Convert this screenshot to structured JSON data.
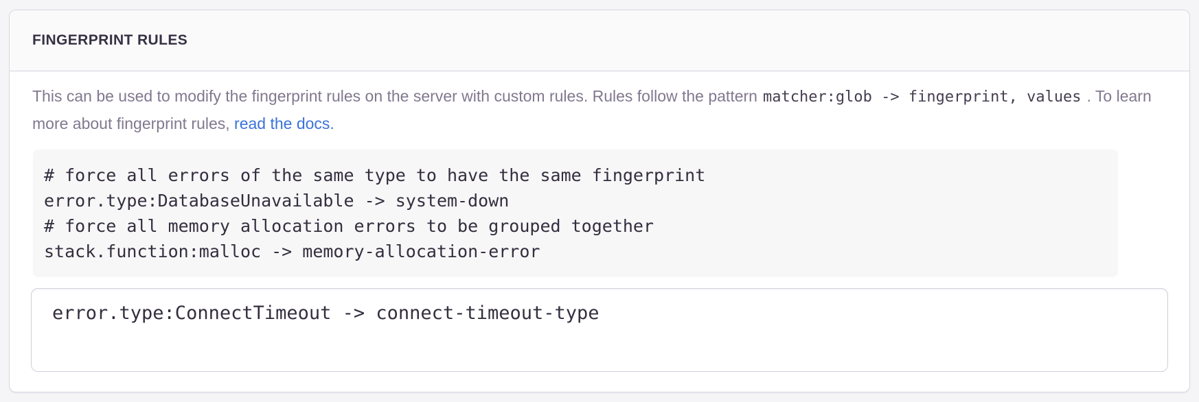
{
  "colors": {
    "link_accent": "#3b72d9",
    "title_text": "#373144",
    "body_text": "#81788f"
  },
  "panel": {
    "header": {
      "title": "FINGERPRINT RULES"
    },
    "description": {
      "before_pattern": "This can be used to modify the fingerprint rules on the server with custom rules. Rules follow the pattern",
      "pattern_code": "matcher:glob -> fingerprint, values",
      "after_pattern": ". To learn more about fingerprint rules,",
      "docs_link": "read the docs",
      "sentence_end": "."
    },
    "example_rules": {
      "lines": [
        "# force all errors of the same type to have the same fingerprint",
        "error.type:DatabaseUnavailable -> system-down",
        "# force all memory allocation errors to be grouped together",
        "stack.function:malloc -> memory-allocation-error"
      ]
    },
    "rules_input": {
      "value": "error.type:ConnectTimeout -> connect-timeout-type"
    }
  }
}
